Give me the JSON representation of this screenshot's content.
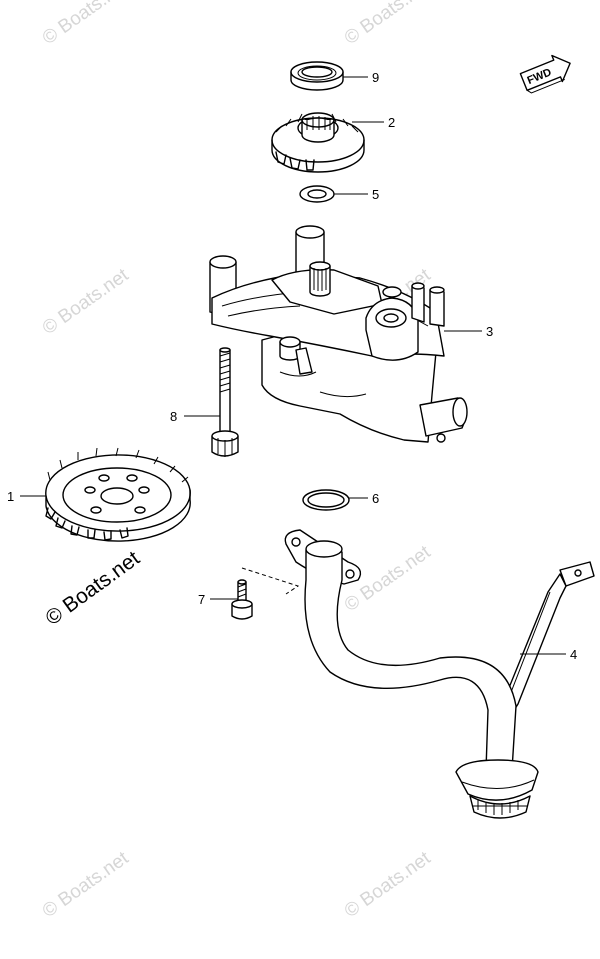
{
  "watermark": {
    "text": "© Boats.net",
    "color": "#d6d6d6"
  },
  "fwd_badge": {
    "text": "FWD"
  },
  "callouts": [
    {
      "id": "9",
      "label": "9"
    },
    {
      "id": "2",
      "label": "2"
    },
    {
      "id": "5",
      "label": "5"
    },
    {
      "id": "3",
      "label": "3"
    },
    {
      "id": "8",
      "label": "8"
    },
    {
      "id": "1",
      "label": "1"
    },
    {
      "id": "6",
      "label": "6"
    },
    {
      "id": "7",
      "label": "7"
    },
    {
      "id": "4",
      "label": "4"
    }
  ]
}
